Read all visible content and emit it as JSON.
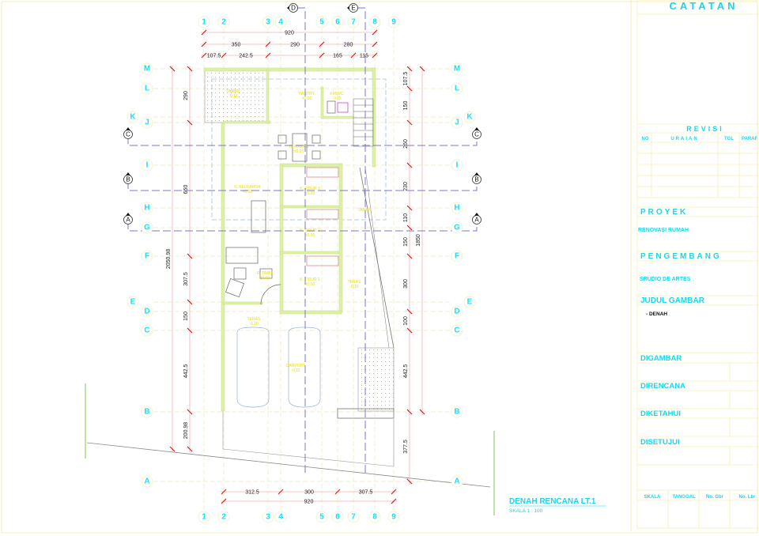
{
  "grid": {
    "columns": [
      "1",
      "2",
      "3",
      "4",
      "5",
      "6",
      "7",
      "8",
      "9"
    ],
    "rows": [
      "M",
      "L",
      "K",
      "J",
      "I",
      "H",
      "G",
      "F",
      "E",
      "D",
      "C",
      "B",
      "A"
    ]
  },
  "sections": {
    "horizontal": [
      "C",
      "B",
      "A"
    ],
    "vertical": [
      "D",
      "E"
    ]
  },
  "dimensions": {
    "top_total": "920",
    "top_mid": [
      "350",
      "290",
      "280"
    ],
    "top_small": [
      "107.5",
      "242.5",
      "165",
      "115"
    ],
    "bottom": [
      "312.5",
      "300",
      "307.5"
    ],
    "bottom_total": "920",
    "left": [
      "290",
      "660",
      "307.5",
      "150",
      "442.5",
      "200.98"
    ],
    "left_total": "2050.98",
    "right": [
      "107.5",
      "150",
      "260",
      "230",
      "110",
      "150",
      "300",
      "100",
      "442.5",
      "377.5"
    ],
    "right_total": "1850"
  },
  "rooms": [
    {
      "name": "TAMAN",
      "level": "-0.15"
    },
    {
      "name": "PANTRY",
      "level": "±0.00"
    },
    {
      "name": "KM/WC",
      "level": "-0.05"
    },
    {
      "name": "R. MAKAN",
      "level": "±0.00"
    },
    {
      "name": "K. KELUARGA",
      "level": "±0.00"
    },
    {
      "name": "K. TIDUR 3",
      "level": "±0.00"
    },
    {
      "name": "TAMAN",
      "level": ""
    },
    {
      "name": "K. TIDUR 2",
      "level": "±0.00"
    },
    {
      "name": "R. TAMU",
      "level": "±0.00"
    },
    {
      "name": "K. TIDUR 1",
      "level": "±0.00"
    },
    {
      "name": "TERAS",
      "level": "-0.10"
    },
    {
      "name": "TERAS",
      "level": "-0.10"
    },
    {
      "name": "CARPORT",
      "level": "-0.15"
    }
  ],
  "drawing_title": {
    "title": "DENAH RENCANA LT.1",
    "scale": "SKALA 1 : 100"
  },
  "title_block": {
    "catatan": "CATATAN",
    "revisi": "REVISI",
    "revisi_columns": [
      "NO",
      "URAIAN",
      "TGL",
      "PARAF"
    ],
    "proyek_label": "PROYEK",
    "proyek": "RENOVASI RUMAH",
    "pengembang_label": "PENGEMBANG",
    "pengembang": "SRUDIO DE ARTES",
    "judul_label": "JUDUL GAMBAR",
    "judul": "- DENAH",
    "digambar": "DIGAMBAR",
    "direncana": "DIRENCANA",
    "diketahui": "DIKETAHUI",
    "disetujui": "DISETUJUI",
    "footer_columns": [
      "SKALA",
      "TANGGAL",
      "No. Gbr",
      "No. Lbr"
    ]
  },
  "colors": {
    "grid_label": "#19e0f0",
    "wall": "#dcf0a8",
    "dimension": "#d02020",
    "section": "#7a78c8",
    "room_text": "#e8e000",
    "frame": "#f6f0b0"
  }
}
